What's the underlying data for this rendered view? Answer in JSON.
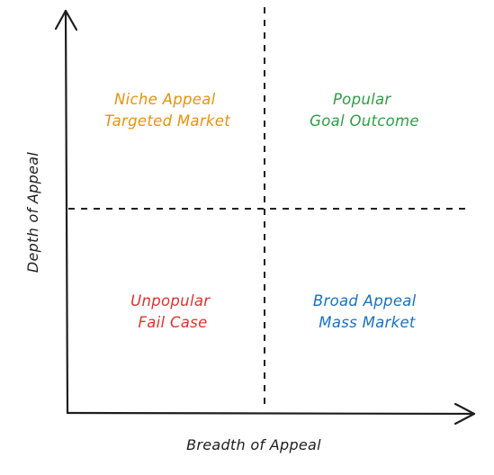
{
  "axes": {
    "x_label": "Breadth of Appeal",
    "y_label": "Depth of Appeal"
  },
  "quadrants": {
    "top_left": {
      "line1": "Niche Appeal",
      "line2": "Targeted Market",
      "color": "#e8920c"
    },
    "top_right": {
      "line1": "Popular",
      "line2": "Goal Outcome",
      "color": "#2f9e44"
    },
    "bottom_left": {
      "line1": "Unpopular",
      "line2": "Fail Case",
      "color": "#e03131"
    },
    "bottom_right": {
      "line1": "Broad Appeal",
      "line2": "Mass Market",
      "color": "#1971c2"
    }
  }
}
